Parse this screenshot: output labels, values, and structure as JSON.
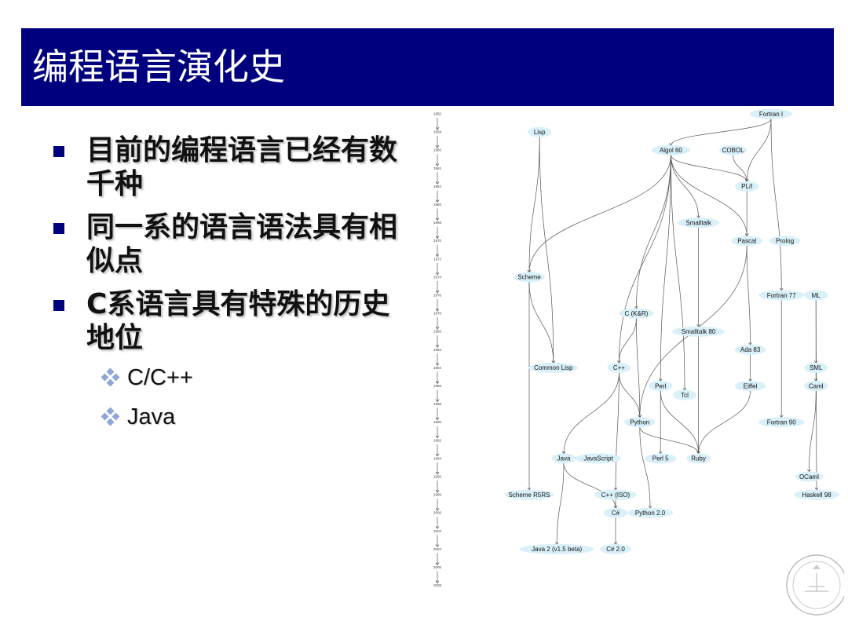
{
  "title": "编程语言演化史",
  "bullets": [
    {
      "text": "目前的编程语言已经有数千种"
    },
    {
      "text": "同一系的语言语法具有相似点"
    },
    {
      "text": "C系语言具有特殊的历史地位"
    }
  ],
  "sub_bullets": [
    {
      "text": "C/C++"
    },
    {
      "text": "Java"
    }
  ],
  "colors": {
    "title_bar": "#00007f",
    "node_fill": "#d9f0f8",
    "bullet": "#00007f"
  },
  "diagram": {
    "years": [
      "1956",
      "1958",
      "1960",
      "1962",
      "1964",
      "1966",
      "1968",
      "1970",
      "1972",
      "1974",
      "1976",
      "1978",
      "1980",
      "1982",
      "1984",
      "1986",
      "1988",
      "1990",
      "1992",
      "1994",
      "1996",
      "1998",
      "2000",
      "2002",
      "2004",
      "2006",
      "2008"
    ],
    "nodes": [
      {
        "id": "fortran1",
        "label": "Fortran I",
        "year": 1956,
        "col": 0.85
      },
      {
        "id": "lisp",
        "label": "Lisp",
        "year": 1958,
        "col": 0.18
      },
      {
        "id": "algol60",
        "label": "Algol 60",
        "year": 1960,
        "col": 0.56
      },
      {
        "id": "cobol",
        "label": "COBOL",
        "year": 1960,
        "col": 0.74
      },
      {
        "id": "pli",
        "label": "PL/I",
        "year": 1964,
        "col": 0.78
      },
      {
        "id": "smalltalk",
        "label": "Smalltalk",
        "year": 1968,
        "col": 0.64
      },
      {
        "id": "pascal",
        "label": "Pascal",
        "year": 1970,
        "col": 0.78
      },
      {
        "id": "prolog",
        "label": "Prolog",
        "year": 1970,
        "col": 0.89
      },
      {
        "id": "scheme",
        "label": "Scheme",
        "year": 1974,
        "col": 0.15
      },
      {
        "id": "fortran77",
        "label": "Fortran 77",
        "year": 1976,
        "col": 0.88
      },
      {
        "id": "ml",
        "label": "ML",
        "year": 1976,
        "col": 0.98
      },
      {
        "id": "ckr",
        "label": "C (K&R)",
        "year": 1978,
        "col": 0.46
      },
      {
        "id": "smalltalk80",
        "label": "Smalltalk 80",
        "year": 1980,
        "col": 0.64
      },
      {
        "id": "ada83",
        "label": "Ada 83",
        "year": 1982,
        "col": 0.79
      },
      {
        "id": "commonlisp",
        "label": "Common Lisp",
        "year": 1984,
        "col": 0.22
      },
      {
        "id": "cpp",
        "label": "C++",
        "year": 1984,
        "col": 0.41
      },
      {
        "id": "sml",
        "label": "SML",
        "year": 1984,
        "col": 0.98
      },
      {
        "id": "perl",
        "label": "Perl",
        "year": 1986,
        "col": 0.53
      },
      {
        "id": "eiffel",
        "label": "Eiffel",
        "year": 1986,
        "col": 0.79
      },
      {
        "id": "caml",
        "label": "Caml",
        "year": 1986,
        "col": 0.98
      },
      {
        "id": "tcl",
        "label": "Tcl",
        "year": 1987,
        "col": 0.6
      },
      {
        "id": "python",
        "label": "Python",
        "year": 1990,
        "col": 0.47
      },
      {
        "id": "fortran90",
        "label": "Fortran 90",
        "year": 1990,
        "col": 0.88
      },
      {
        "id": "java",
        "label": "Java",
        "year": 1994,
        "col": 0.25
      },
      {
        "id": "javascript",
        "label": "JavaScript",
        "year": 1994,
        "col": 0.35
      },
      {
        "id": "perl5",
        "label": "Perl 5",
        "year": 1994,
        "col": 0.53
      },
      {
        "id": "ruby",
        "label": "Ruby",
        "year": 1994,
        "col": 0.64
      },
      {
        "id": "ocaml",
        "label": "OCaml",
        "year": 1996,
        "col": 0.96
      },
      {
        "id": "schemer5rs",
        "label": "Scheme R5RS",
        "year": 1998,
        "col": 0.15
      },
      {
        "id": "cppiso",
        "label": "C++ (ISO)",
        "year": 1998,
        "col": 0.4
      },
      {
        "id": "haskell98",
        "label": "Haskell 98",
        "year": 1998,
        "col": 1.03
      },
      {
        "id": "csharp",
        "label": "C#",
        "year": 2000,
        "col": 0.4
      },
      {
        "id": "python20",
        "label": "Python 2.0",
        "year": 2000,
        "col": 0.5
      },
      {
        "id": "java2",
        "label": "Java 2 (v1.5 beta)",
        "year": 2004,
        "col": 0.23
      },
      {
        "id": "csharp20",
        "label": "C# 2.0",
        "year": 2004,
        "col": 0.4
      }
    ],
    "edges": [
      [
        "fortran1",
        "algol60"
      ],
      [
        "fortran1",
        "pli"
      ],
      [
        "fortran1",
        "fortran77"
      ],
      [
        "cobol",
        "pli"
      ],
      [
        "algol60",
        "pli"
      ],
      [
        "algol60",
        "smalltalk"
      ],
      [
        "algol60",
        "pascal"
      ],
      [
        "algol60",
        "scheme"
      ],
      [
        "algol60",
        "ckr"
      ],
      [
        "algol60",
        "cpp"
      ],
      [
        "algol60",
        "perl"
      ],
      [
        "algol60",
        "tcl"
      ],
      [
        "lisp",
        "scheme"
      ],
      [
        "lisp",
        "commonlisp"
      ],
      [
        "scheme",
        "commonlisp"
      ],
      [
        "scheme",
        "schemer5rs"
      ],
      [
        "pli",
        "pascal"
      ],
      [
        "smalltalk",
        "smalltalk80"
      ],
      [
        "smalltalk80",
        "ruby"
      ],
      [
        "pascal",
        "ada83"
      ],
      [
        "pascal",
        "python"
      ],
      [
        "ada83",
        "eiffel"
      ],
      [
        "eiffel",
        "ruby"
      ],
      [
        "fortran77",
        "fortran90"
      ],
      [
        "ml",
        "sml"
      ],
      [
        "ml",
        "haskell98"
      ],
      [
        "sml",
        "caml"
      ],
      [
        "caml",
        "ocaml"
      ],
      [
        "ckr",
        "cpp"
      ],
      [
        "ckr",
        "python"
      ],
      [
        "cpp",
        "python"
      ],
      [
        "cpp",
        "java"
      ],
      [
        "cpp",
        "cppiso"
      ],
      [
        "perl",
        "perl5"
      ],
      [
        "perl",
        "ruby"
      ],
      [
        "python",
        "ruby"
      ],
      [
        "python",
        "python20"
      ],
      [
        "javascript",
        "java"
      ],
      [
        "java",
        "java2"
      ],
      [
        "java",
        "csharp"
      ],
      [
        "cppiso",
        "csharp"
      ],
      [
        "csharp",
        "csharp20"
      ]
    ]
  }
}
